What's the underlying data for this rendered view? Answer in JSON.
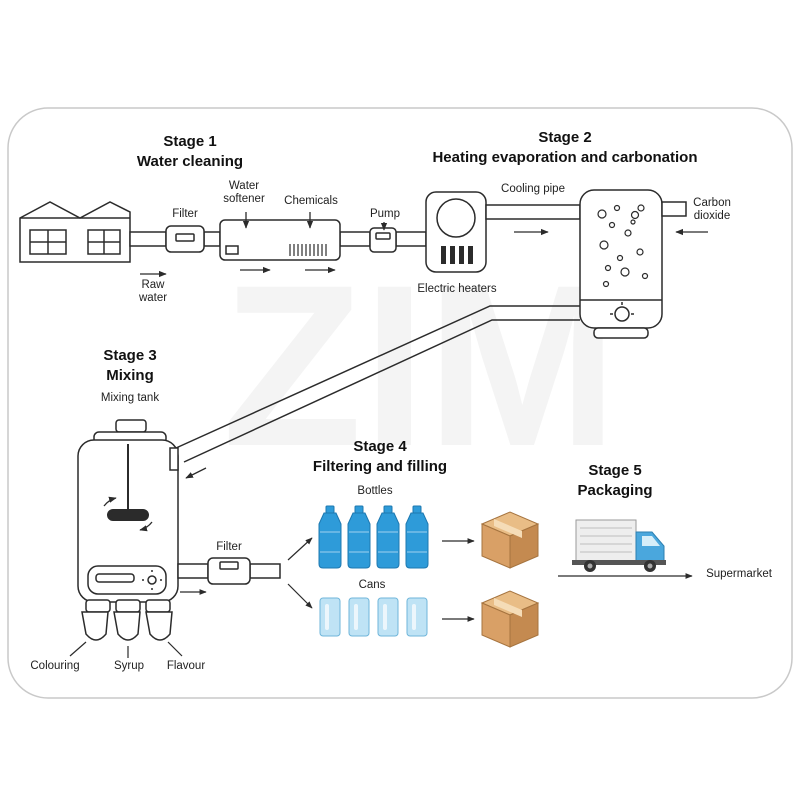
{
  "watermark": "ZIM",
  "stage1": {
    "heading": "Stage 1",
    "title": "Water cleaning"
  },
  "stage2": {
    "heading": "Stage 2",
    "title": "Heating evaporation and carbonation"
  },
  "stage3": {
    "heading": "Stage 3",
    "title": "Mixing"
  },
  "stage4": {
    "heading": "Stage 4",
    "title": "Filtering and filling"
  },
  "stage5": {
    "heading": "Stage 5",
    "title": "Packaging"
  },
  "labels": {
    "raw_water_1": "Raw",
    "raw_water_2": "water",
    "filter_1": "Filter",
    "water_softener_1": "Water",
    "water_softener_2": "softener",
    "chemicals": "Chemicals",
    "pump": "Pump",
    "electric_heaters": "Electric heaters",
    "cooling_pipe": "Cooling pipe",
    "carbon_dioxide_1": "Carbon",
    "carbon_dioxide_2": "dioxide",
    "mixing_tank": "Mixing tank",
    "colouring": "Colouring",
    "syrup": "Syrup",
    "flavour": "Flavour",
    "filter_2": "Filter",
    "bottles": "Bottles",
    "cans": "Cans",
    "supermarket": "Supermarket"
  },
  "colors": {
    "line": "#2b2b2b",
    "bottle": "#2e9bd9",
    "can": "#bfe3f5",
    "box": "#d9a066",
    "truck_cab": "#4aa7dd"
  }
}
